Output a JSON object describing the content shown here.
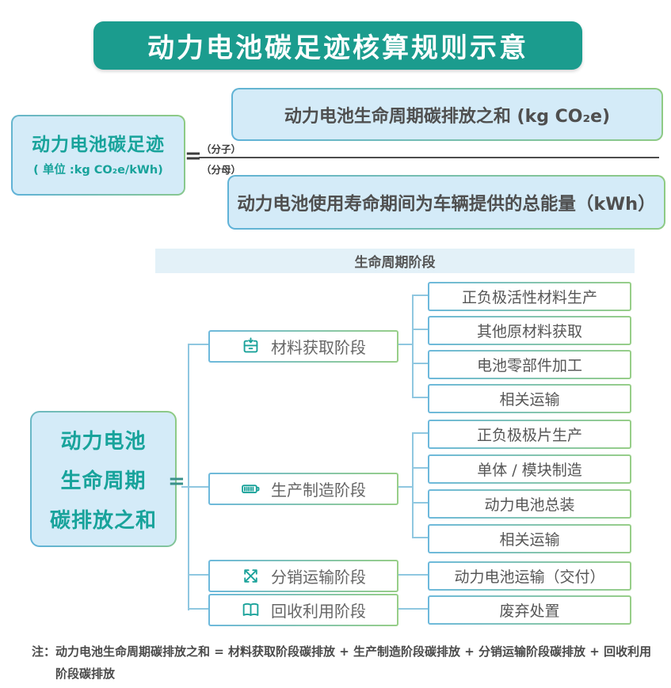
{
  "title": "动力电池碳足迹核算规则示意",
  "formula": {
    "left_box": {
      "line1": "动力电池碳足迹",
      "line2": "( 单位 :kg CO₂e/kWh)"
    },
    "equals": "=",
    "numerator_label": "（分子）",
    "denominator_label": "（分母）",
    "numerator_box": "动力电池生命周期碳排放之和 (kg CO₂e)",
    "denominator_box": "动力电池使用寿命期间为车辆提供的总能量（kWh）"
  },
  "lifecycle": {
    "header": "生命周期阶段",
    "sum_box": {
      "line1": "动力电池",
      "line2": "生命周期",
      "line3": "碳排放之和"
    },
    "equals": "=",
    "stages": [
      {
        "label": "材料获取阶段",
        "icon": "material-acquisition-icon",
        "children": [
          "正负极活性材料生产",
          "其他原材料获取",
          "电池零部件加工",
          "相关运输"
        ]
      },
      {
        "label": "生产制造阶段",
        "icon": "battery-icon",
        "children": [
          "正负极极片生产",
          "单体 / 模块制造",
          "动力电池总装",
          "相关运输"
        ]
      },
      {
        "label": "分销运输阶段",
        "icon": "distribution-arrows-icon",
        "children": [
          "动力电池运输（交付）"
        ]
      },
      {
        "label": "回收利用阶段",
        "icon": "recycling-book-icon",
        "children": [
          "废弃处置"
        ]
      }
    ]
  },
  "note": {
    "label": "注：",
    "text": "动力电池生命周期碳排放之和 = 材料获取阶段碳排放 + 生产制造阶段碳排放 + 分销运输阶段碳排放 + 回收利用阶段碳排放"
  },
  "colors": {
    "title_teal": "#1b9c8e",
    "teal_text": "#18a39b",
    "light_blue_fill": "#d4ebf8",
    "bar_bg": "#e3f1f8",
    "border_blue": "#6db9dc",
    "border_green": "#97ce88",
    "connector_blue": "#8fc7e0",
    "gray_text": "#575757"
  }
}
